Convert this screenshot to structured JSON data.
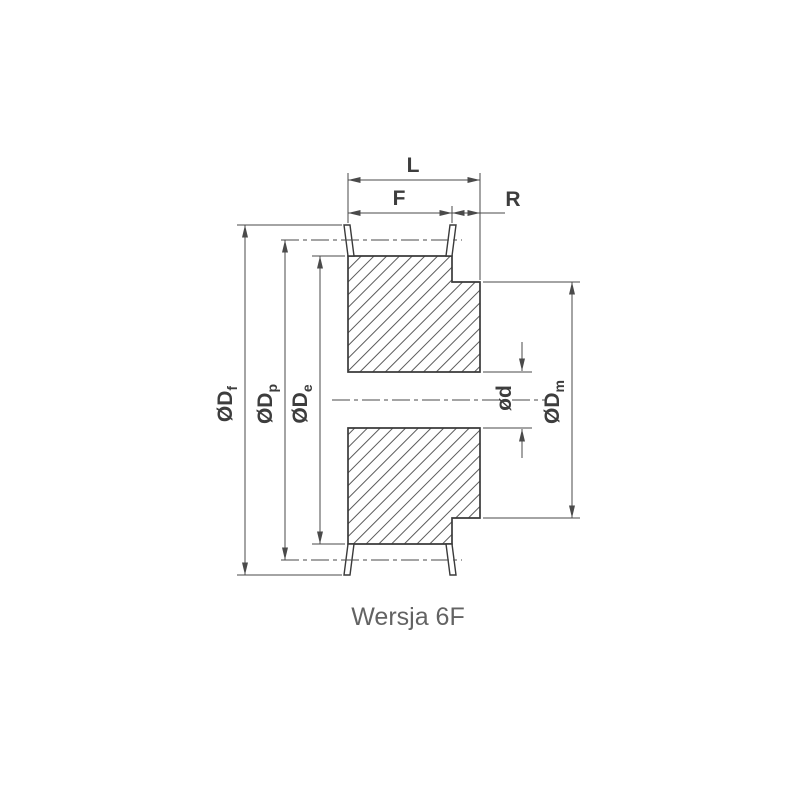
{
  "caption": "Wersja 6F",
  "labels": {
    "L": "L",
    "F": "F",
    "R": "R",
    "Df": {
      "main": "ØD",
      "sub": "f"
    },
    "Dp": {
      "main": "ØD",
      "sub": "p"
    },
    "De": {
      "main": "ØD",
      "sub": "e"
    },
    "d": {
      "main": "ød",
      "sub": ""
    },
    "Dm": {
      "main": "ØD",
      "sub": "m"
    }
  },
  "colors": {
    "object_line": "#3a3a3a",
    "dimension_line": "#4a4a4a",
    "hatch_line": "#474747",
    "label_text": "#3d3d3d",
    "caption_text": "#636363",
    "background": "#ffffff"
  }
}
